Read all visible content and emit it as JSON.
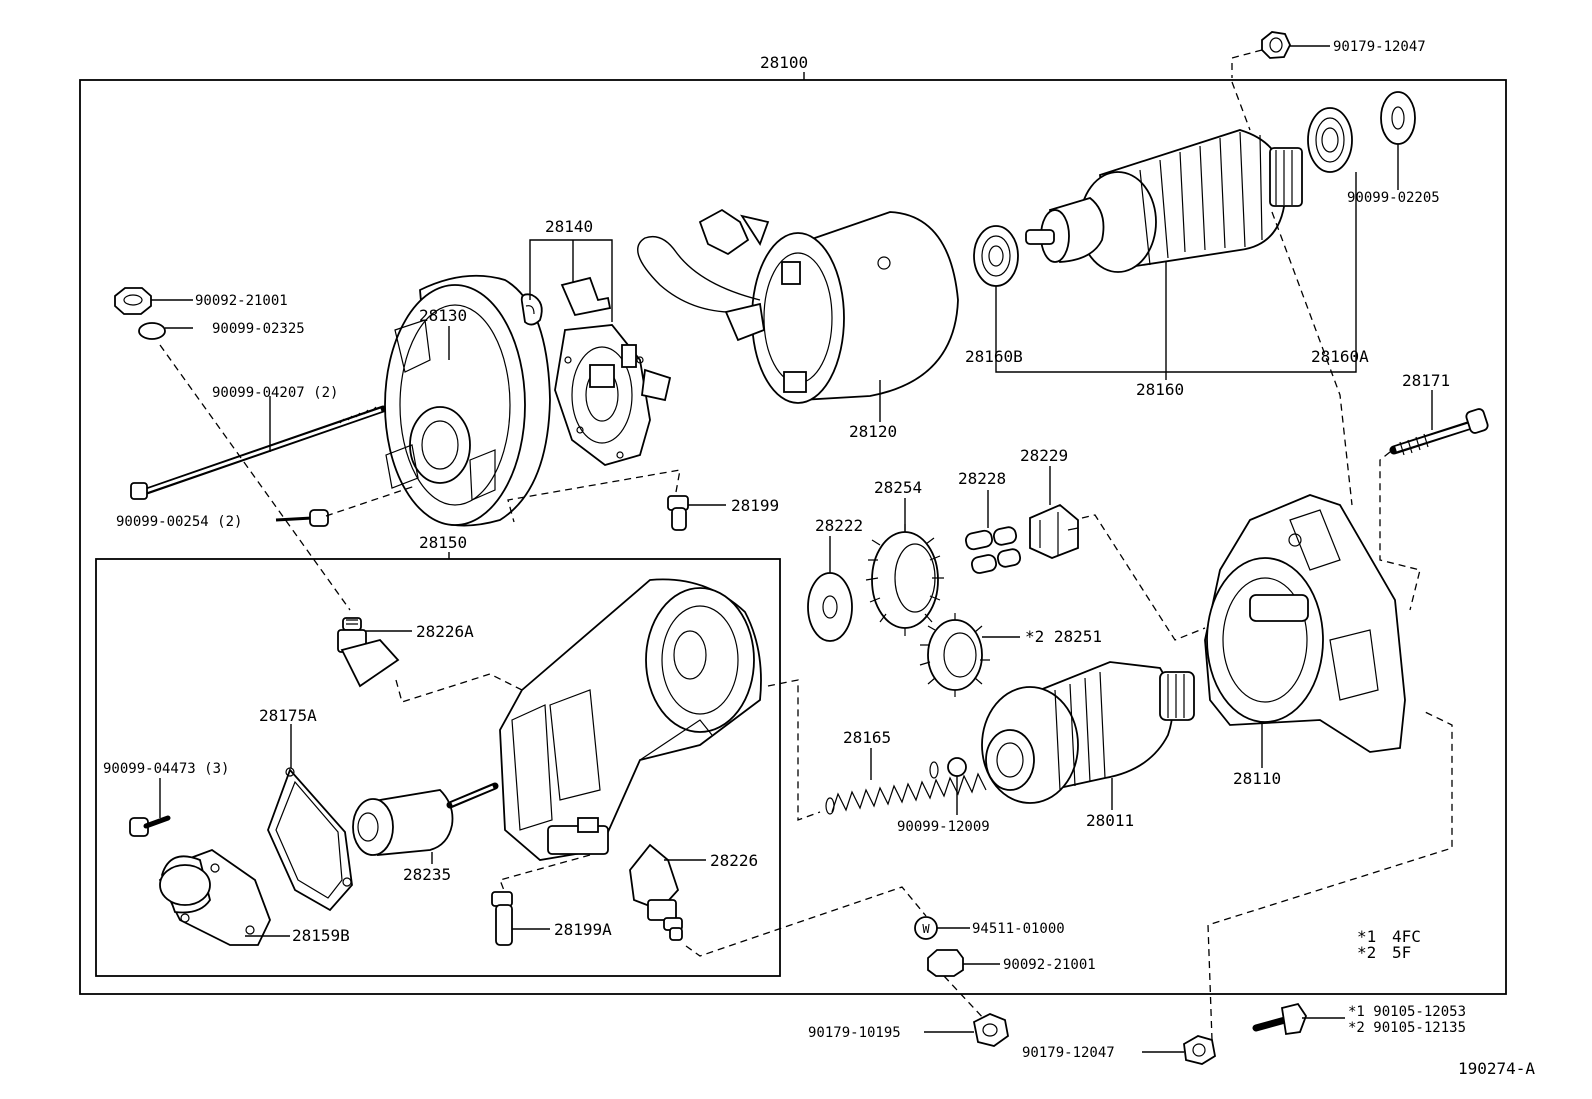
{
  "diagram_id": "190274-A",
  "notes": [
    {
      "mark": "*1",
      "text": "4FC"
    },
    {
      "mark": "*2",
      "text": "5F"
    }
  ],
  "labels": {
    "p28100": "28100",
    "p90179_12047_top": "90179-12047",
    "p90099_02205": "90099-02205",
    "p28140": "28140",
    "p90092_21001_top": "90092-21001",
    "p90099_02325": "90099-02325",
    "p28130": "28130",
    "p90099_04207": "90099-04207 (2)",
    "p90099_00254": "90099-00254 (2)",
    "p28150": "28150",
    "p28120": "28120",
    "p28160B": "28160B",
    "p28160": "28160",
    "p28160A": "28160A",
    "p28171": "28171",
    "p28199": "28199",
    "p28229": "28229",
    "p28228": "28228",
    "p28254": "28254",
    "p28222": "28222",
    "p28251": "*2 28251",
    "p28226A": "28226A",
    "p28175A": "28175A",
    "p90099_04473": "90099-04473 (3)",
    "p28235": "28235",
    "p28159B": "28159B",
    "p28226": "28226",
    "p28199A": "28199A",
    "p28165": "28165",
    "p90099_12009": "90099-12009",
    "p28011": "28011",
    "p28110": "28110",
    "p94511_01000": "94511-01000",
    "p90092_21001_bottom": "90092-21001",
    "p90179_10195": "90179-10195",
    "p90179_12047_bottom": "90179-12047",
    "p90105_12053": "*1 90105-12053",
    "p90105_12135": "*2 90105-12135"
  }
}
